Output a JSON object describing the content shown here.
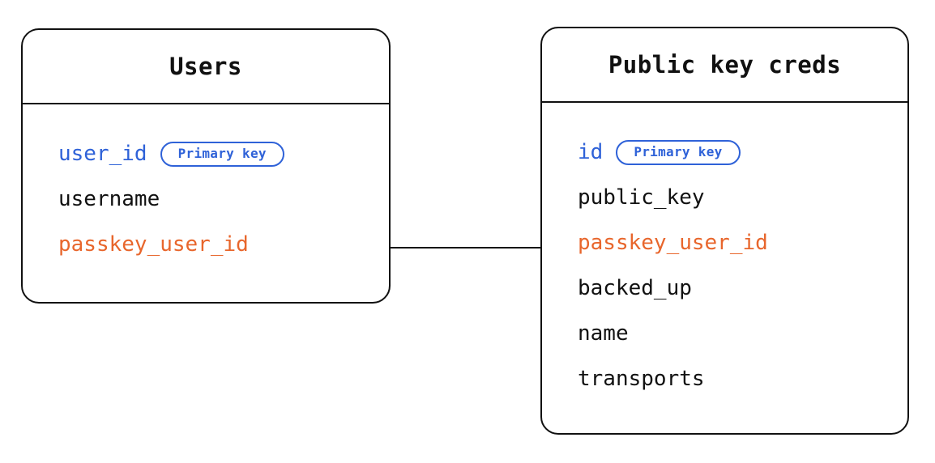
{
  "diagram": {
    "type": "entity-relationship-diagram",
    "background_color": "#ffffff",
    "colors": {
      "stroke": "#111111",
      "text": "#111111",
      "primary_key": "#2f62d8",
      "foreign_key": "#e8662c",
      "badge_border": "#2f62d8",
      "badge_text": "#2f62d8"
    }
  },
  "entities": [
    {
      "id": "users",
      "title": "Users",
      "fields": [
        {
          "name": "user_id",
          "role": "primary_key",
          "badge": "Primary key"
        },
        {
          "name": "username",
          "role": "plain",
          "badge": null
        },
        {
          "name": "passkey_user_id",
          "role": "foreign_key",
          "badge": null
        }
      ]
    },
    {
      "id": "public_key_creds",
      "title": "Public key creds",
      "fields": [
        {
          "name": "id",
          "role": "primary_key",
          "badge": "Primary key"
        },
        {
          "name": "public_key",
          "role": "plain",
          "badge": null
        },
        {
          "name": "passkey_user_id",
          "role": "foreign_key",
          "badge": null
        },
        {
          "name": "backed_up",
          "role": "plain",
          "badge": null
        },
        {
          "name": "name",
          "role": "plain",
          "badge": null
        },
        {
          "name": "transports",
          "role": "plain",
          "badge": null
        }
      ]
    }
  ],
  "relationships": [
    {
      "id": "users_to_public_key_creds",
      "from_entity": "users",
      "from_field": "passkey_user_id",
      "to_entity": "public_key_creds",
      "to_field": "passkey_user_id",
      "style": "solid-line"
    }
  ]
}
